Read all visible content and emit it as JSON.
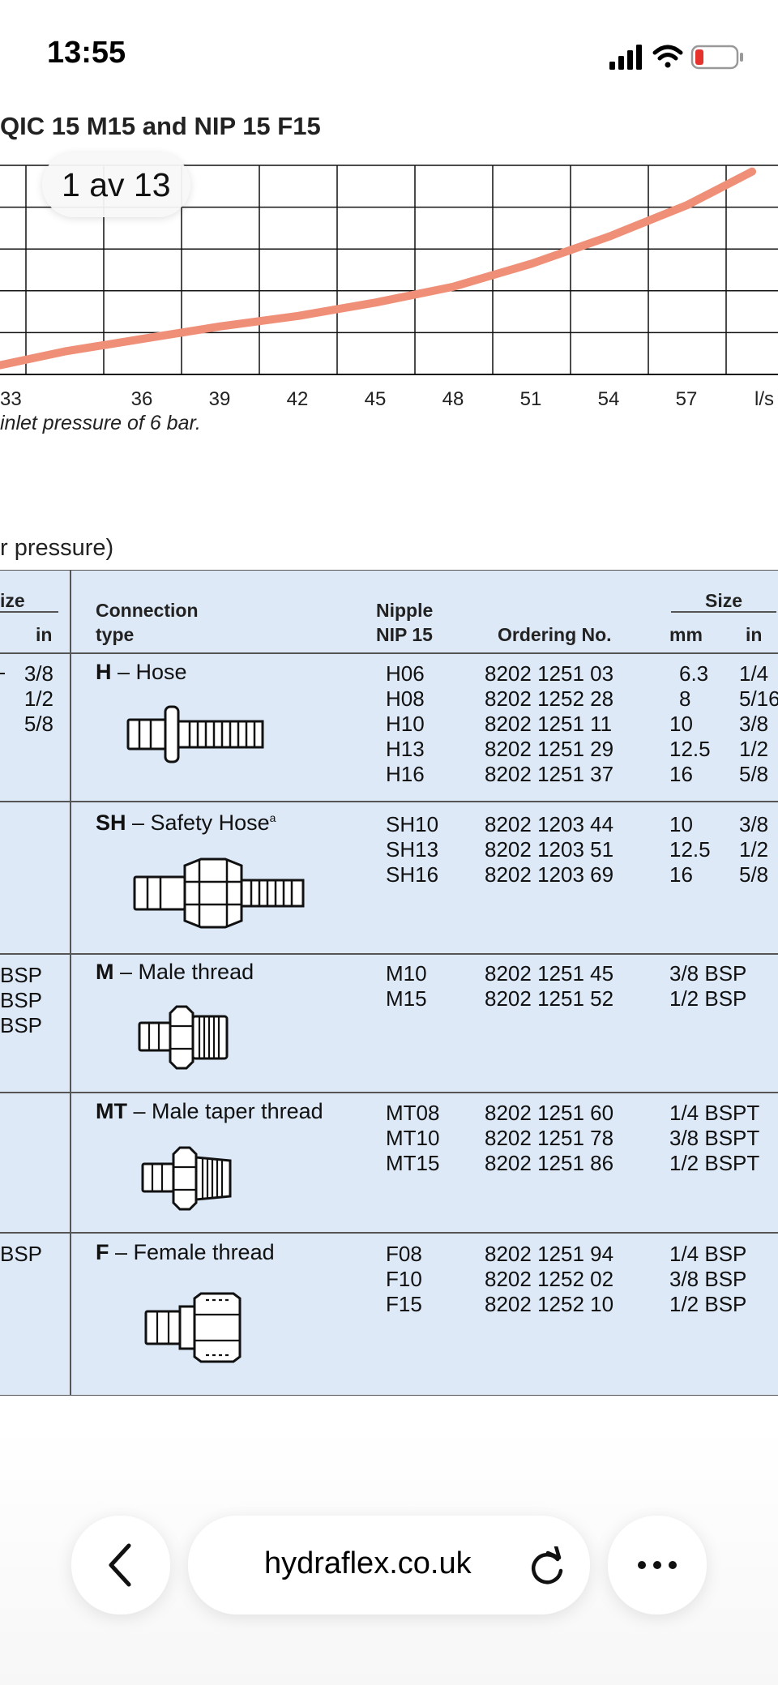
{
  "status_bar": {
    "time": "13:55"
  },
  "chart": {
    "title": "QIC 15 M15 and NIP 15 F15",
    "note": "inlet pressure of 6 bar.",
    "x_unit_label": "l/s"
  },
  "chart_data": {
    "type": "line",
    "x_tick_labels": [
      "33",
      "36",
      "39",
      "42",
      "45",
      "48",
      "51",
      "54",
      "57",
      "l/s"
    ],
    "x_ticks": [
      33,
      36,
      39,
      42,
      45,
      48,
      51,
      54,
      57
    ],
    "xlim": [
      30.5,
      60.5
    ],
    "ylim": [
      0,
      5
    ],
    "grid": true,
    "series": [
      {
        "color": "#ef8f78",
        "points": [
          [
            30.5,
            0.22
          ],
          [
            33,
            0.55
          ],
          [
            36,
            0.85
          ],
          [
            39,
            1.15
          ],
          [
            42,
            1.4
          ],
          [
            45,
            1.72
          ],
          [
            48,
            2.1
          ],
          [
            51,
            2.65
          ],
          [
            54,
            3.3
          ],
          [
            57,
            4.05
          ],
          [
            59.5,
            4.85
          ]
        ]
      }
    ]
  },
  "viewer": {
    "page_indicator": "1 av 13"
  },
  "table": {
    "heading": "r pressure)",
    "header": {
      "size_left": "ize",
      "in_left": "in",
      "connection_type_1": "Connection",
      "connection_type_2": "type",
      "nipple_1": "Nipple",
      "nipple_2": "NIP 15",
      "ordering": "Ordering No.",
      "size": "Size",
      "mm": "mm",
      "in": "in"
    },
    "left_sizes": {
      "h": [
        "3/8",
        "1/2",
        "5/8"
      ],
      "m": [
        "BSP",
        "BSP",
        "BSP"
      ],
      "f": [
        "BSP"
      ]
    },
    "groups": [
      {
        "code": "H",
        "name": " – Hose",
        "sup": "",
        "nipples": [
          "H06",
          "H08",
          "H10",
          "H13",
          "H16"
        ],
        "ordering": [
          "8202 1251 03",
          "8202 1252 28",
          "8202 1251 11",
          "8202 1251 29",
          "8202 1251 37"
        ],
        "mm": [
          "6.3",
          "8",
          "10",
          "12.5",
          "16"
        ],
        "in": [
          "1/4",
          "5/16",
          "3/8",
          "1/2",
          "5/8"
        ]
      },
      {
        "code": "SH",
        "name": " – Safety Hose",
        "sup": "a",
        "nipples": [
          "SH10",
          "SH13",
          "SH16"
        ],
        "ordering": [
          "8202 1203 44",
          "8202 1203 51",
          "8202 1203 69"
        ],
        "mm": [
          "10",
          "12.5",
          "16"
        ],
        "in": [
          "3/8",
          "1/2",
          "5/8"
        ]
      },
      {
        "code": "M",
        "name": " – Male thread",
        "sup": "",
        "nipples": [
          "M10",
          "M15"
        ],
        "ordering": [
          "8202 1251 45",
          "8202 1251 52"
        ],
        "size": [
          "3/8 BSP",
          "1/2 BSP"
        ]
      },
      {
        "code": "MT",
        "name": " – Male taper thread",
        "sup": "",
        "nipples": [
          "MT08",
          "MT10",
          "MT15"
        ],
        "ordering": [
          "8202 1251 60",
          "8202 1251 78",
          "8202 1251 86"
        ],
        "size": [
          "1/4 BSPT",
          "3/8 BSPT",
          "1/2 BSPT"
        ]
      },
      {
        "code": "F",
        "name": " – Female thread",
        "sup": "",
        "nipples": [
          "F08",
          "F10",
          "F15"
        ],
        "ordering": [
          "8202 1251 94",
          "8202 1252 02",
          "8202 1252 10"
        ],
        "size": [
          "1/4 BSP",
          "3/8 BSP",
          "1/2 BSP"
        ]
      }
    ]
  },
  "browser": {
    "url": "hydraflex.co.uk"
  }
}
